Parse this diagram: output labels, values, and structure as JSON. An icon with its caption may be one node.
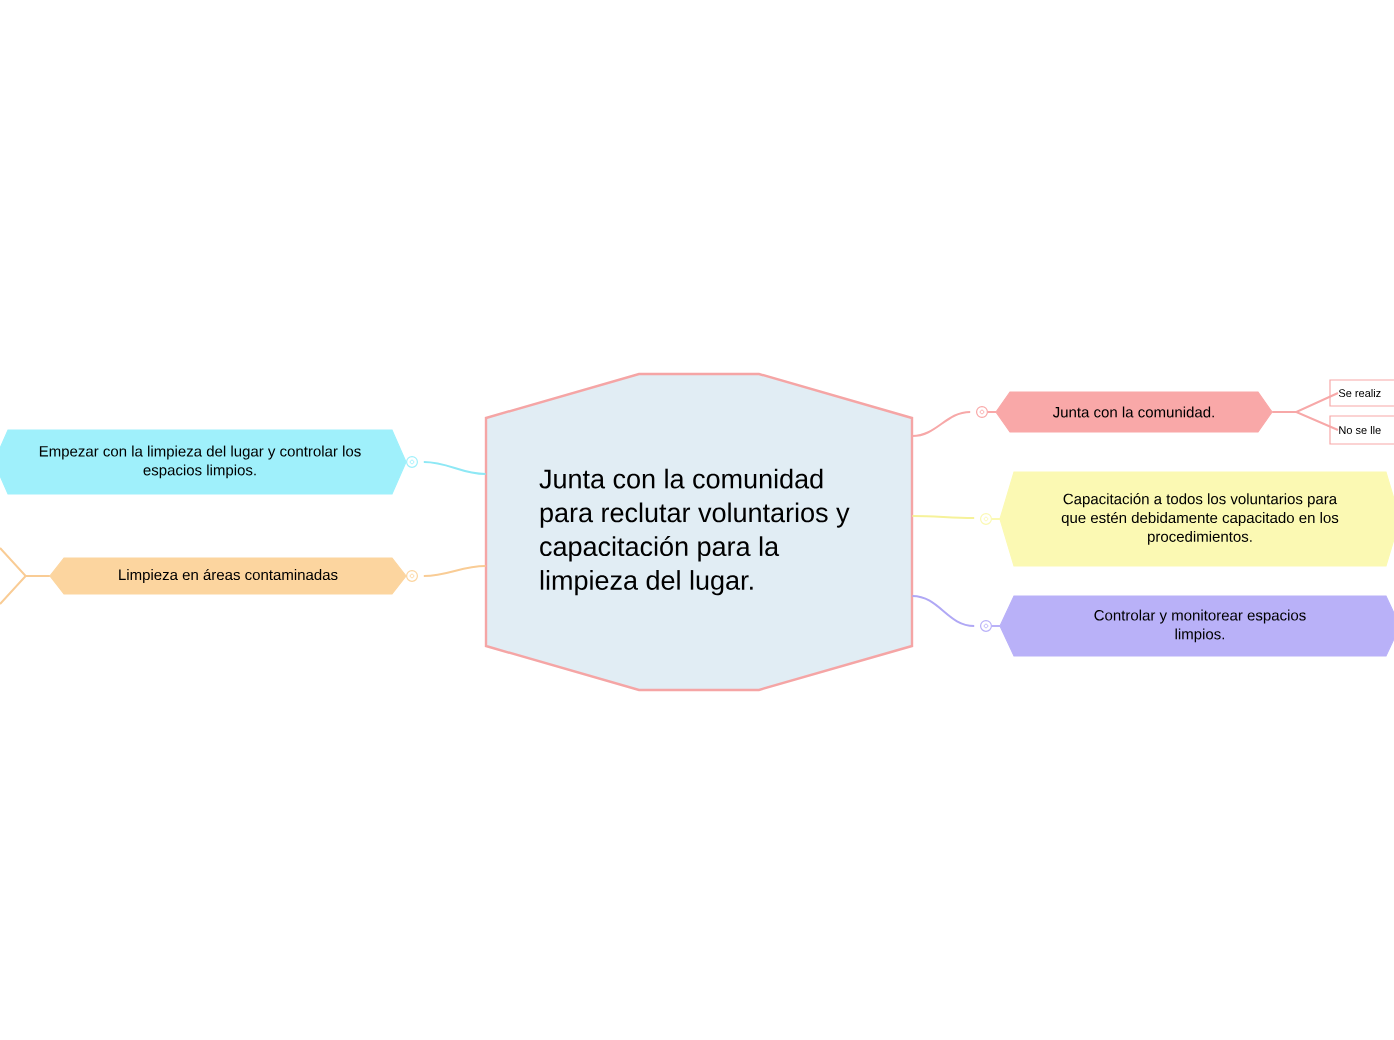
{
  "diagram": {
    "nodes": [
      {
        "text": [
          "Junta con la comunidad para reclutar voluntarios y capacitación para la limpieza del lugar."
        ]
      },
      {
        "text": [
          "Junta con la comunidad."
        ]
      },
      {
        "text": [
          "Se realiz"
        ]
      },
      {
        "text": [
          "No se lle"
        ]
      },
      {
        "text": [
          "Capacitación a todos los voluntarios para que estén debidamente capacitado en los procedimientos."
        ]
      },
      {
        "text": [
          "Controlar y monitorear espacios limpios."
        ]
      },
      {
        "text": [
          "Empezar con la limpieza del lugar y controlar los espacios limpios."
        ]
      },
      {
        "text": [
          "Limpieza en áreas contaminadas"
        ]
      }
    ],
    "edges": [
      {
        "from": 0,
        "to": 1,
        "arrow": "none",
        "color": "#f7a8a8"
      },
      {
        "from": 1,
        "to": 2,
        "arrow": "none",
        "color": "#f7a8a8"
      },
      {
        "from": 1,
        "to": 3,
        "arrow": "none",
        "color": "#f7a8a8"
      },
      {
        "from": 0,
        "to": 4,
        "arrow": "none",
        "color": "#f6f29a"
      },
      {
        "from": 0,
        "to": 5,
        "arrow": "none",
        "color": "#b0a8f5"
      },
      {
        "from": 0,
        "to": 6,
        "arrow": "none",
        "color": "#8ee8f5"
      },
      {
        "from": 0,
        "to": 7,
        "arrow": "none",
        "color": "#f9cc95"
      },
      {
        "from": 7,
        "to": null,
        "arrow": "none",
        "color": "#f9cc95"
      },
      {
        "from": 7,
        "to": null,
        "arrow": "none",
        "color": "#f9cc95"
      }
    ]
  }
}
